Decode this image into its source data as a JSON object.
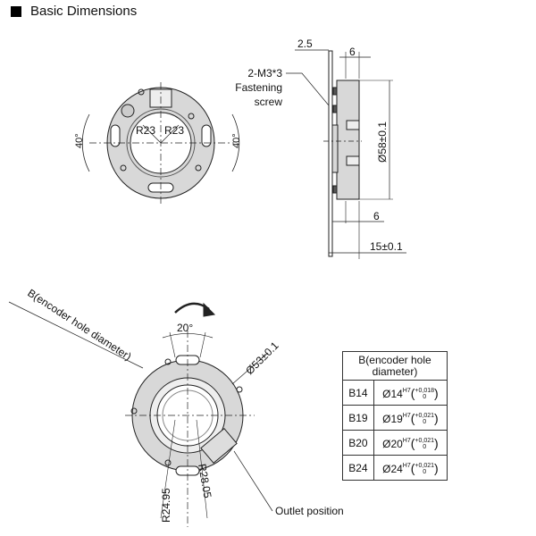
{
  "header": {
    "title": "Basic Dimensions"
  },
  "top_view": {
    "r_left": "R23",
    "r_right": "R23",
    "angle_left": "40°",
    "angle_right": "40°"
  },
  "side_view": {
    "dim_plate": "2.5",
    "dim_top": "6",
    "dim_bottom": "6",
    "dim_depth": "15±0.1",
    "dim_diameter": "Ø58±0.1",
    "screw_line1": "2-M3*3",
    "screw_line2": "Fastening",
    "screw_line3": "screw"
  },
  "bottom_view": {
    "angle": "20°",
    "diameter": "Ø53±0.1",
    "hole_label": "B(encoder hole diameter)",
    "r_inner": "R24.95",
    "r_outer": "R28.05",
    "outlet": "Outlet position"
  },
  "table": {
    "header_line1": "B(encoder hole",
    "header_line2": "diameter)",
    "rows": [
      {
        "code": "B14",
        "dia": "Ø14",
        "fit": "H7",
        "upper": "+0,018",
        "lower": "0"
      },
      {
        "code": "B19",
        "dia": "Ø19",
        "fit": "H7",
        "upper": "+0,021",
        "lower": "0"
      },
      {
        "code": "B20",
        "dia": "Ø20",
        "fit": "H7",
        "upper": "+0,021",
        "lower": "0"
      },
      {
        "code": "B24",
        "dia": "Ø24",
        "fit": "H7",
        "upper": "+0,021",
        "lower": "0"
      }
    ]
  }
}
